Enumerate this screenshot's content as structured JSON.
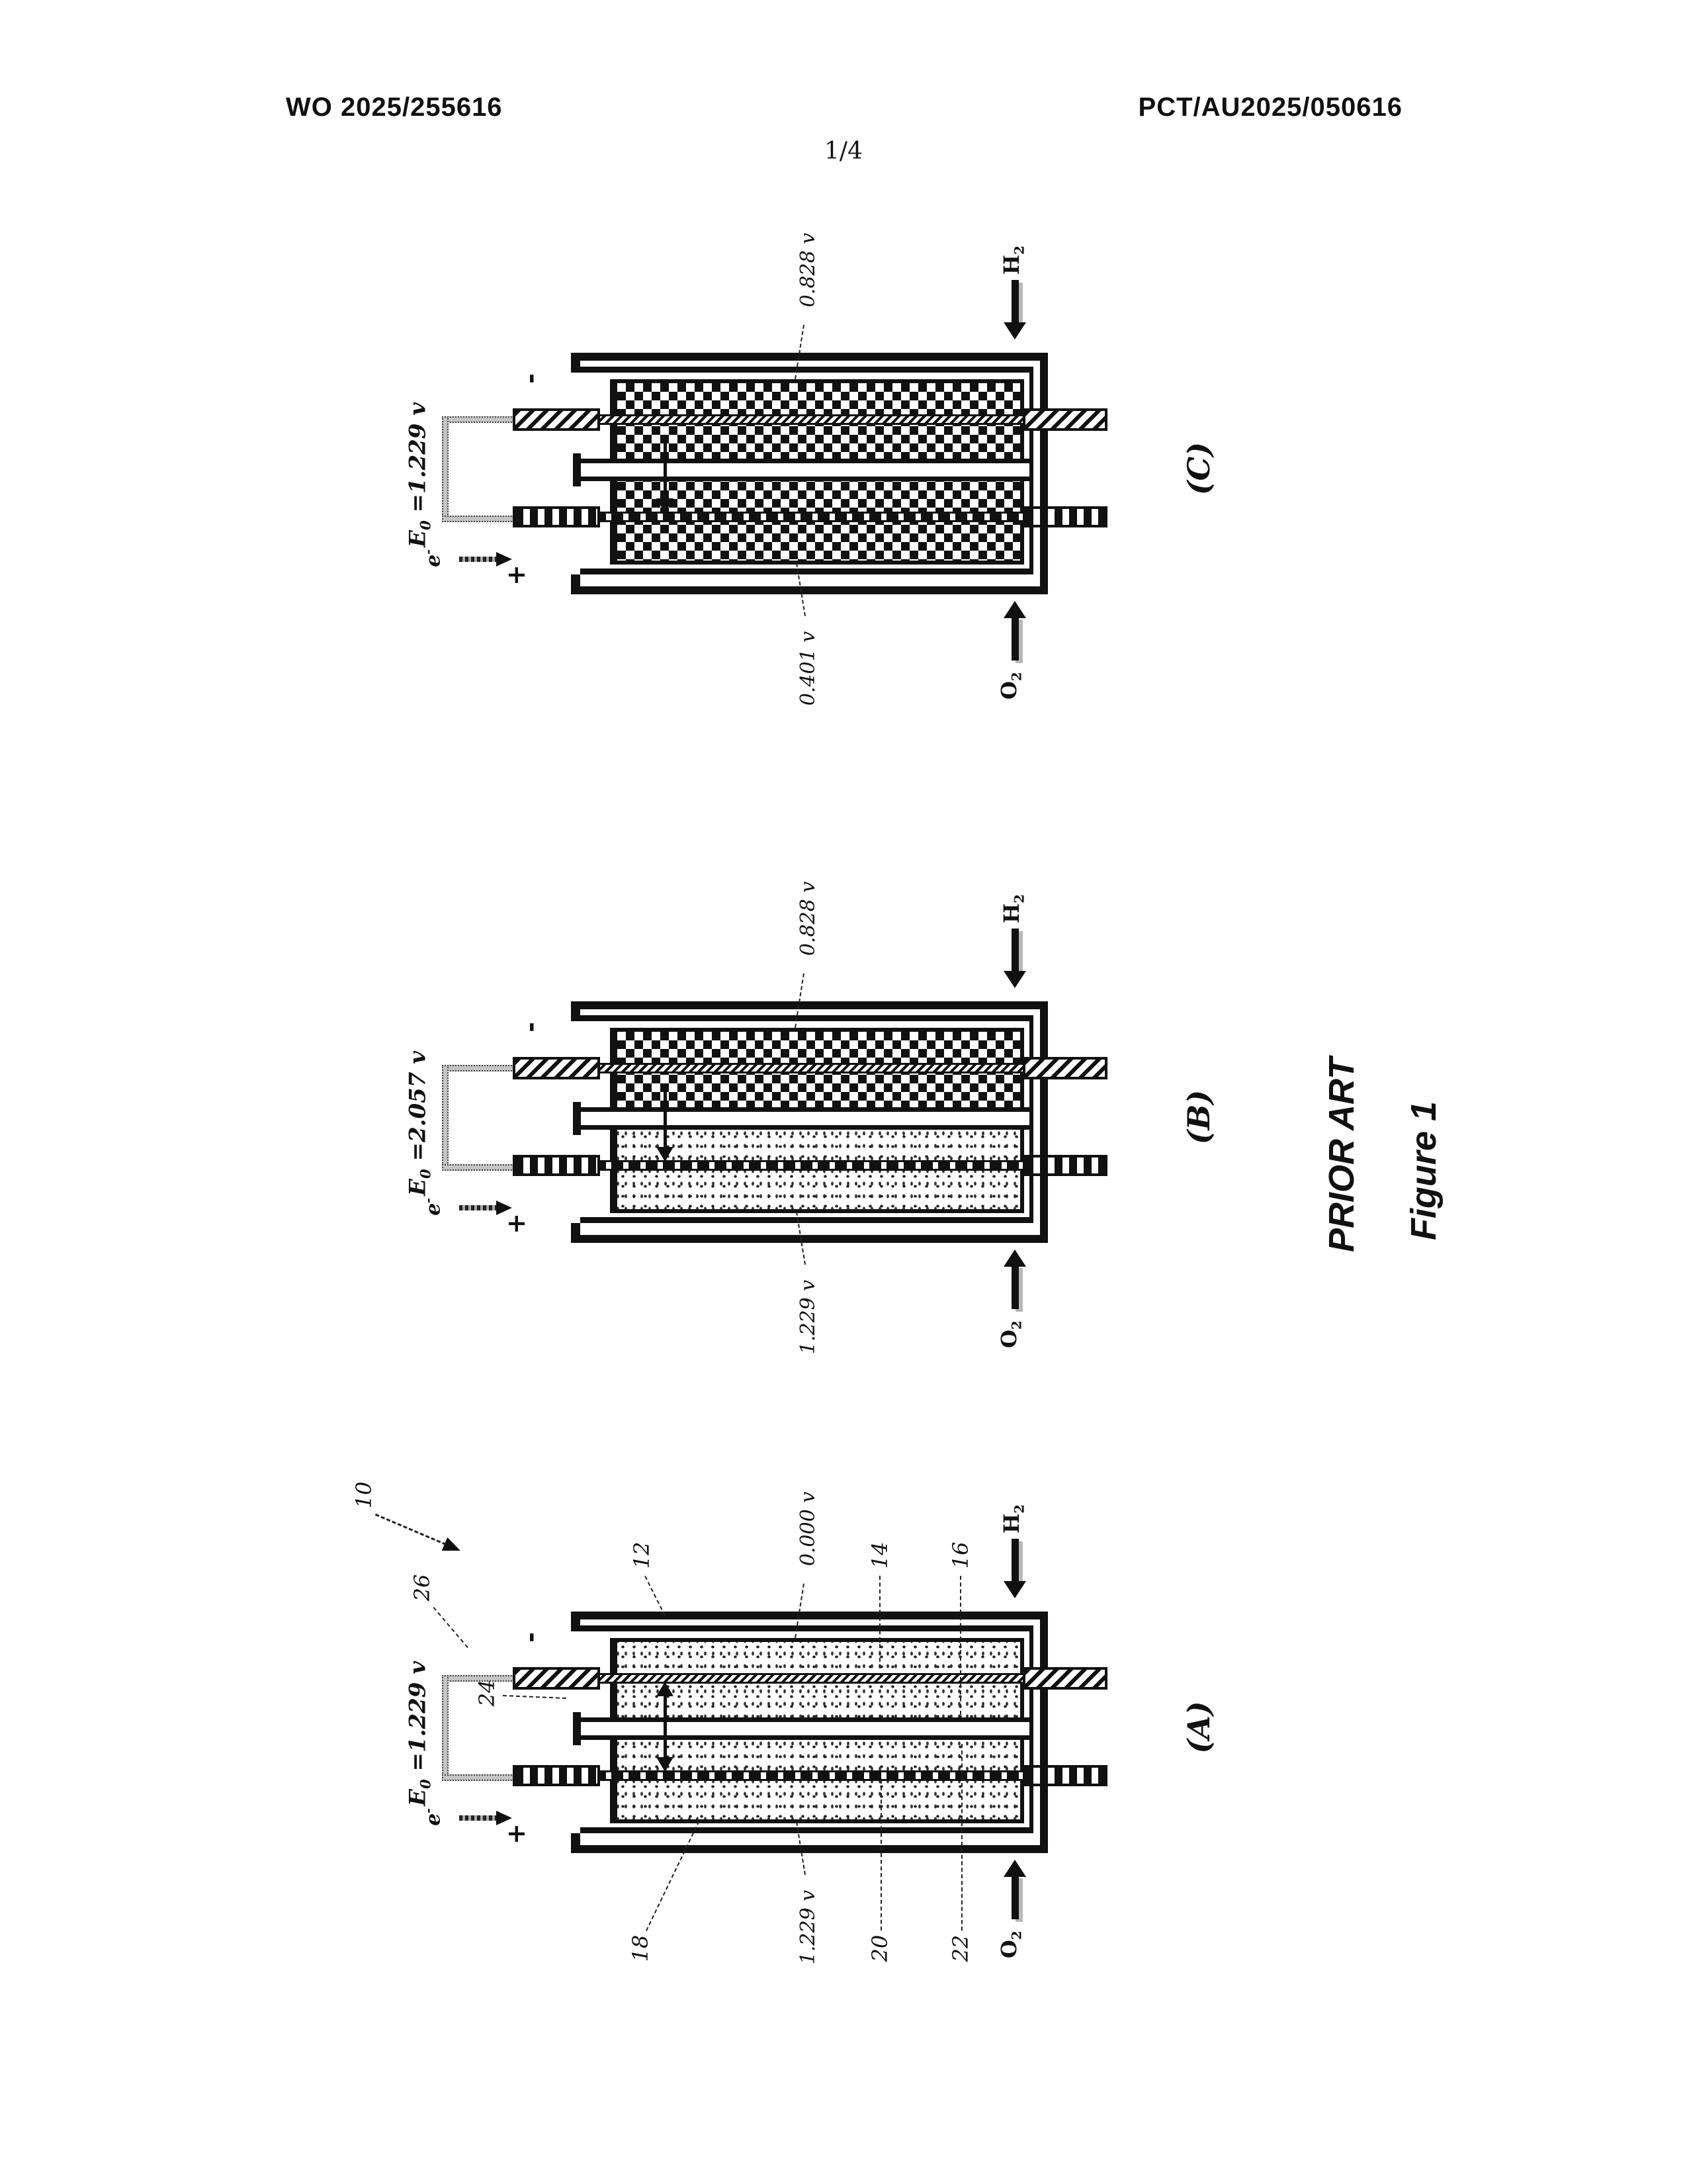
{
  "header": {
    "left": "WO 2025/255616",
    "right": "PCT/AU2025/050616",
    "page_indicator": "1/4"
  },
  "footer": {
    "prior_art": "PRIOR ART",
    "figure_title": "Figure 1"
  },
  "colors": {
    "ink": "#111111",
    "paper": "#ffffff",
    "wire_gray": "#c4c4c4"
  },
  "diagrams": [
    {
      "letter": "(C)",
      "e0": {
        "sym": "E",
        "sub": "0",
        "val": " =1.229 v"
      },
      "top_voltage": "0.828 v",
      "bottom_voltage": "0.401 v",
      "minus": "-",
      "plus": "+",
      "electron": {
        "main": "e",
        "sup": "-"
      },
      "h2": {
        "main": "H",
        "sub": "2"
      },
      "o2": {
        "main": "O",
        "sub": "2"
      },
      "fill_top": "checker",
      "fill_bottom": "checker",
      "interior_arrow": "down",
      "annotations": null
    },
    {
      "letter": "(B)",
      "e0": {
        "sym": "E",
        "sub": "0",
        "val": " =2.057 v"
      },
      "top_voltage": "0.828 v",
      "bottom_voltage": "1.229 v",
      "minus": "-",
      "plus": "+",
      "electron": {
        "main": "e",
        "sup": "-"
      },
      "h2": {
        "main": "H",
        "sub": "2"
      },
      "o2": {
        "main": "O",
        "sub": "2"
      },
      "fill_top": "checker",
      "fill_bottom": "stipple",
      "interior_arrow": "down",
      "annotations": null
    },
    {
      "letter": "(A)",
      "e0": {
        "sym": "E",
        "sub": "0",
        "val": " =1.229 v"
      },
      "top_voltage": "0.000 v",
      "bottom_voltage": "1.229 v",
      "minus": "-",
      "plus": "+",
      "electron": {
        "main": "e",
        "sup": "-"
      },
      "h2": {
        "main": "H",
        "sub": "2"
      },
      "o2": {
        "main": "O",
        "sub": "2"
      },
      "fill_top": "stipple",
      "fill_bottom": "stipple",
      "interior_arrow": "both",
      "annotations": {
        "n10": "10",
        "n26": "26",
        "n24": "24",
        "n12": "12",
        "n14": "14",
        "n16": "16",
        "n18": "18",
        "n20": "20",
        "n22": "22"
      }
    }
  ]
}
